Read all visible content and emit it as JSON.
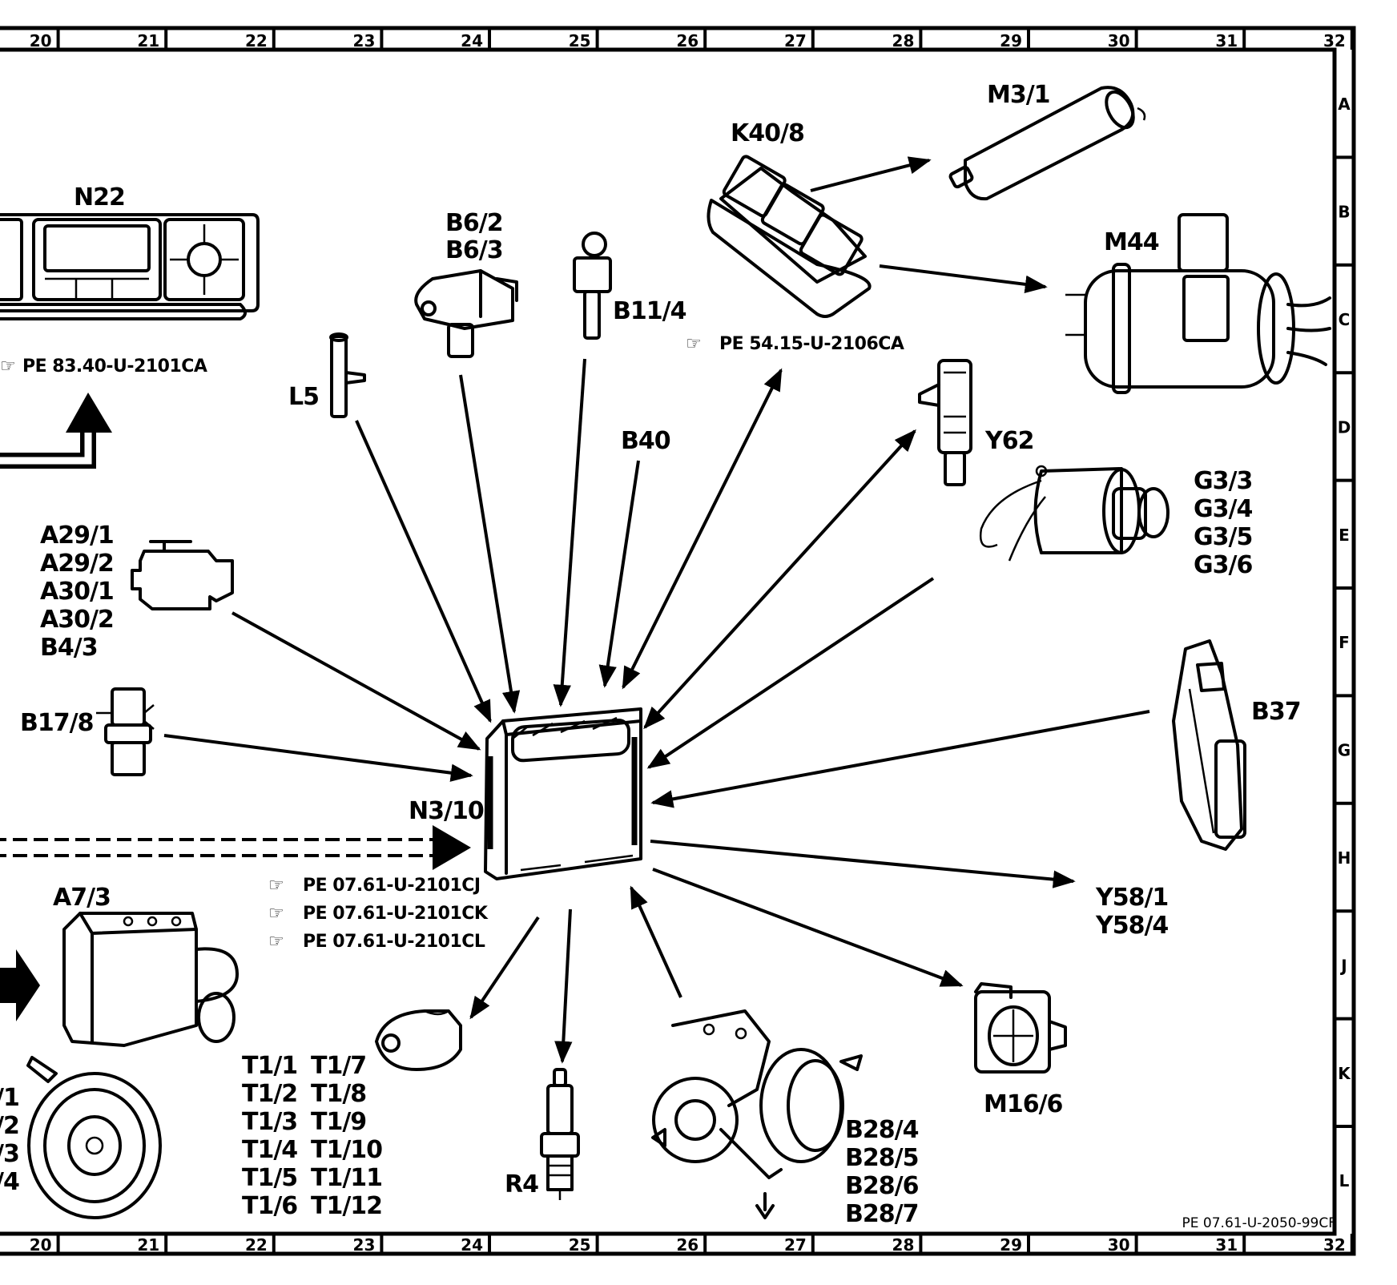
{
  "diagram": {
    "column_numbers": [
      "20",
      "21",
      "22",
      "23",
      "24",
      "25",
      "26",
      "27",
      "28",
      "29",
      "30",
      "31",
      "32"
    ],
    "row_letters": [
      "A",
      "B",
      "C",
      "D",
      "E",
      "F",
      "G",
      "H",
      "J",
      "K",
      "L"
    ],
    "footer_code": "PE 07.61-U-2050-99CF",
    "components": {
      "n22": "N22",
      "n22_ref": "PE 83.40-U-2101CA",
      "l5": "L5",
      "b6": [
        "B6/2",
        "B6/3"
      ],
      "b11_4": "B11/4",
      "b40": "B40",
      "k40_8": "K40/8",
      "k40_8_ref": "PE 54.15-U-2106CA",
      "m3_1": "M3/1",
      "m44": "M44",
      "y62": "Y62",
      "g3": [
        "G3/3",
        "G3/4",
        "G3/5",
        "G3/6"
      ],
      "a29": [
        "A29/1",
        "A29/2",
        "A30/1",
        "A30/2",
        "B4/3"
      ],
      "b17_8": "B17/8",
      "n3_10": "N3/10",
      "n3_10_refs": [
        "PE 07.61-U-2101CJ",
        "PE 07.61-U-2101CK",
        "PE 07.61-U-2101CL"
      ],
      "b37": "B37",
      "y58": [
        "Y58/1",
        "Y58/4"
      ],
      "a7_3": "A7/3",
      "left_partial": [
        "/1",
        "/2",
        "/3",
        "/4"
      ],
      "t1_left": [
        "T1/1",
        "T1/2",
        "T1/3",
        "T1/4",
        "T1/5",
        "T1/6"
      ],
      "t1_right": [
        "T1/7",
        "T1/8",
        "T1/9",
        "T1/10",
        "T1/11",
        "T1/12"
      ],
      "r4": "R4",
      "b28": [
        "B28/4",
        "B28/5",
        "B28/6",
        "B28/7"
      ],
      "m16_6": "M16/6"
    }
  }
}
